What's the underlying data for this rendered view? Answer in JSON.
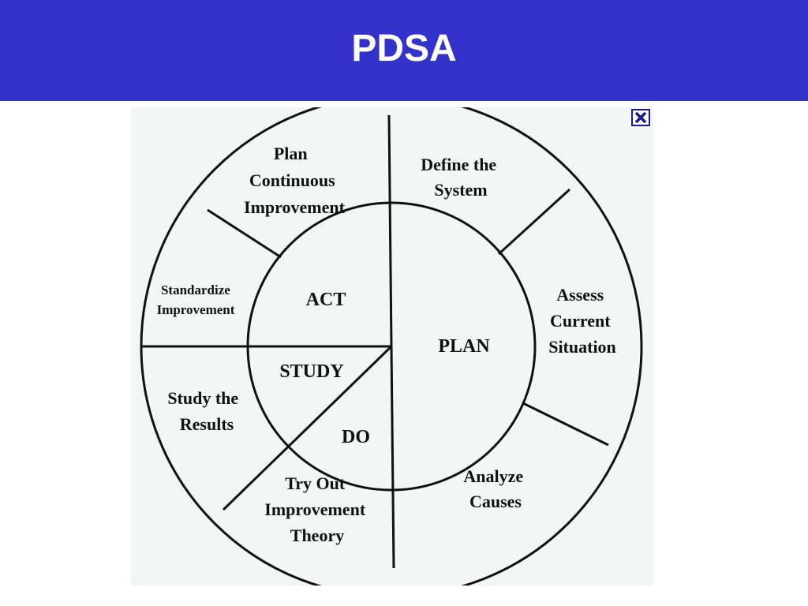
{
  "header": {
    "title": "PDSA"
  },
  "diagram": {
    "phases": {
      "act": "ACT",
      "plan": "PLAN",
      "study": "STUDY",
      "do": "DO"
    },
    "steps": {
      "plan_continuous_improvement": [
        "Plan",
        "Continuous",
        "Improvement"
      ],
      "define_the_system": [
        "Define the",
        "System"
      ],
      "assess_current_situation": [
        "Assess",
        "Current",
        "Situation"
      ],
      "analyze_causes": [
        "Analyze",
        "Causes"
      ],
      "try_out_improvement_theory": [
        "Try Out",
        "Improvement",
        "Theory"
      ],
      "study_the_results": [
        "Study the",
        "Results"
      ],
      "standardize_improvement": [
        "Standardize",
        "Improvement"
      ]
    }
  },
  "colors": {
    "header_background": "#3333cc",
    "header_text": "#ffffff",
    "diagram_background": "#f4f6f6",
    "line": "#111111",
    "close_icon": "#1a1a8c"
  },
  "icons": {
    "close": "close-icon"
  }
}
